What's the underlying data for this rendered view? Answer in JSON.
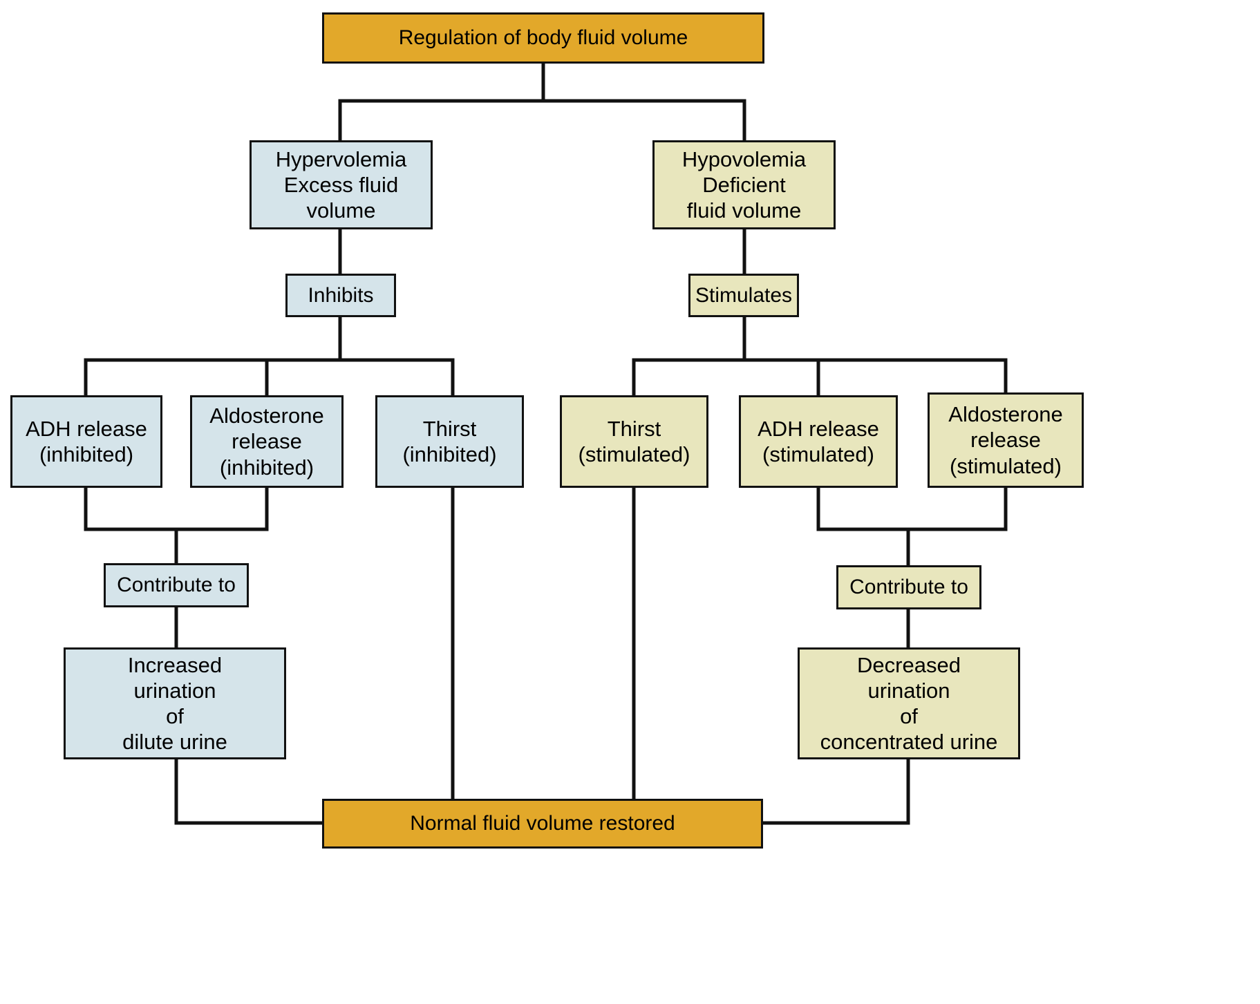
{
  "diagram": {
    "title": "Regulation of body fluid volume",
    "colors": {
      "gold": "#e2a82a",
      "blue": "#d5e4ea",
      "khaki": "#e8e6bd",
      "line": "#111111",
      "text": "#000000",
      "background": "#ffffff"
    },
    "nodes": {
      "root": "Regulation of body fluid volume",
      "hypervolemia": "Hypervolemia\nExcess fluid\nvolume",
      "hypovolemia": "Hypovolemia\nDeficient\nfluid volume",
      "inhibits": "Inhibits",
      "stimulates": "Stimulates",
      "adh_inhibited": "ADH release\n(inhibited)",
      "aldosterone_inhibited": "Aldosterone\nrelease\n(inhibited)",
      "thirst_inhibited": "Thirst\n(inhibited)",
      "thirst_stimulated": "Thirst\n(stimulated)",
      "adh_stimulated": "ADH release\n(stimulated)",
      "aldosterone_stimulated": "Aldosterone\nrelease\n(stimulated)",
      "contribute_left": "Contribute to",
      "contribute_right": "Contribute to",
      "increased_urination": "Increased\nurination\nof\ndilute urine",
      "decreased_urination": "Decreased\nurination\nof\nconcentrated urine",
      "normal_restored": "Normal fluid volume restored"
    }
  }
}
